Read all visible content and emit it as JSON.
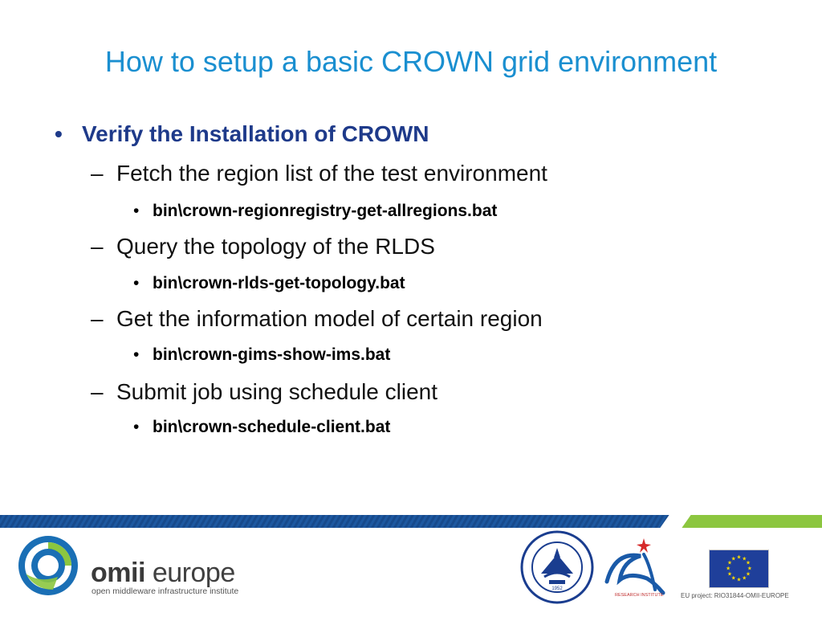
{
  "title": "How to setup a basic CROWN grid environment",
  "bullets": {
    "main": "Verify the Installation of CROWN",
    "items": [
      {
        "label": "Fetch the region list of the test environment",
        "command": "bin\\crown-regionregistry-get-allregions.bat"
      },
      {
        "label": "Query the topology of the RLDS",
        "command": "bin\\crown-rlds-get-topology.bat"
      },
      {
        "label": "Get the information model of certain region",
        "command": "bin\\crown-gims-show-ims.bat"
      },
      {
        "label": "Submit job using schedule client",
        "command": "bin\\crown-schedule-client.bat"
      }
    ]
  },
  "footer": {
    "omii_light": "omii",
    "omii_europe": "europe",
    "omii_subtitle": "open middleware infrastructure institute",
    "research_label": "RESEARCH INSTITUTE",
    "seal_year": "1952",
    "eu_project": "EU project: RIO31844-OMII-EUROPE"
  },
  "colors": {
    "title": "#1a8fd0",
    "main_bullet": "#1e3a8a",
    "band_blue": "#174a8c",
    "band_green": "#8cc63f",
    "eu_blue": "#1f3f9a",
    "eu_star": "#ffdd00"
  }
}
